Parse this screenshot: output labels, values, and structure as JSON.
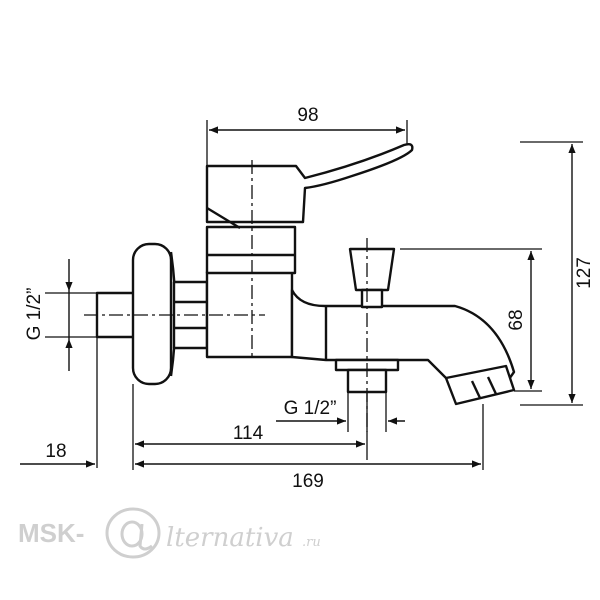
{
  "dimensions": {
    "width_top": "98",
    "height_total": "127",
    "outlet_height": "68",
    "inlet_thread": "G 1/2”",
    "spout_thread": "G 1/2”",
    "wall_offset": "18",
    "center_to_thread": "114",
    "total_length": "169"
  },
  "watermark": {
    "brand": "MSK-",
    "script": "lternativa",
    "domain": ".ru"
  },
  "colors": {
    "line": "#111111",
    "watermark": "#cfcfcf"
  }
}
